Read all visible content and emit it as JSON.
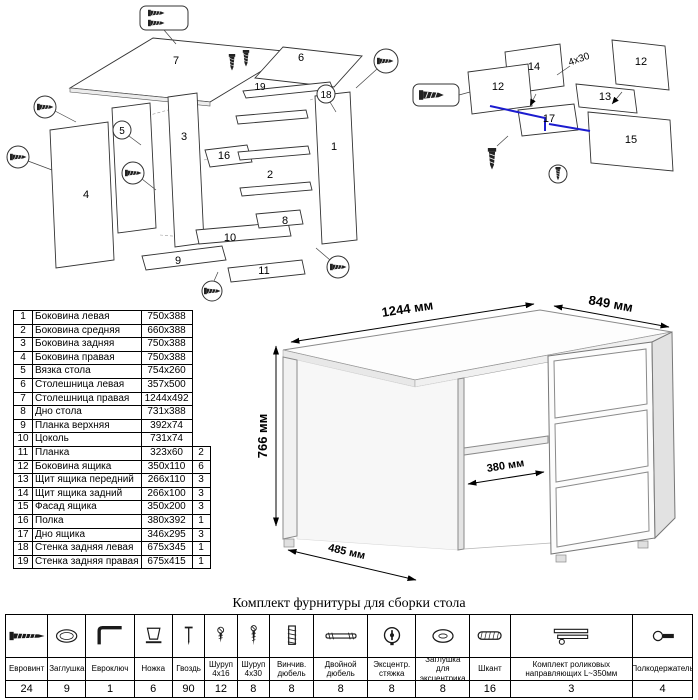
{
  "parts": {
    "rows": [
      {
        "num": "1",
        "name": "Боковина левая",
        "size": "750x388"
      },
      {
        "num": "2",
        "name": "Боковина средняя",
        "size": "660x388"
      },
      {
        "num": "3",
        "name": "Боковина задняя",
        "size": "750x388"
      },
      {
        "num": "4",
        "name": "Боковина правая",
        "size": "750x388"
      },
      {
        "num": "5",
        "name": "Вязка стола",
        "size": "754x260"
      },
      {
        "num": "6",
        "name": "Столешница левая",
        "size": "357x500"
      },
      {
        "num": "7",
        "name": "Столешница правая",
        "size": "1244x492"
      },
      {
        "num": "8",
        "name": "Дно стола",
        "size": "731x388"
      },
      {
        "num": "9",
        "name": "Планка верхняя",
        "size": "392x74"
      },
      {
        "num": "10",
        "name": "Цоколь",
        "size": "731x74"
      },
      {
        "num": "11",
        "name": "Планка",
        "size": "323x60",
        "qty": "2"
      },
      {
        "num": "12",
        "name": "Боковина ящика",
        "size": "350x110",
        "qty": "6"
      },
      {
        "num": "13",
        "name": "Щит ящика передний",
        "size": "266x110",
        "qty": "3"
      },
      {
        "num": "14",
        "name": "Щит ящика задний",
        "size": "266x100",
        "qty": "3"
      },
      {
        "num": "15",
        "name": "Фасад ящика",
        "size": "350x200",
        "qty": "3"
      },
      {
        "num": "16",
        "name": "Полка",
        "size": "380x392",
        "qty": "1"
      },
      {
        "num": "17",
        "name": "Дно ящика",
        "size": "346x295",
        "qty": "3"
      },
      {
        "num": "18",
        "name": "Стенка задняя левая",
        "size": "675x345",
        "qty": "1"
      },
      {
        "num": "19",
        "name": "Стенка задняя правая",
        "size": "675x415",
        "qty": "1"
      }
    ]
  },
  "dims": {
    "w": "1244 мм",
    "d": "849 мм",
    "h": "766 мм",
    "shelf": "380 мм",
    "base": "485 мм"
  },
  "exploded": {
    "c1": "1",
    "c2": "2",
    "c3": "3",
    "c4": "4",
    "c5": "5",
    "c6": "6",
    "c7": "7",
    "c8": "8",
    "c9": "9",
    "c10": "10",
    "c11": "11",
    "c16": "16",
    "c18": "18",
    "c19": "19"
  },
  "drawer": {
    "c12": "12",
    "c13": "13",
    "c14": "14",
    "c15": "15",
    "c17": "17",
    "note": "4x30"
  },
  "hardware": {
    "title": "Комплект фурнитуры для сборки стола",
    "items": [
      {
        "name": "Евровинт",
        "qty": "24",
        "icon": "euro-screw-icon"
      },
      {
        "name": "Заглушка",
        "qty": "9",
        "icon": "plug-icon"
      },
      {
        "name": "Евроключ",
        "qty": "1",
        "icon": "hex-key-icon"
      },
      {
        "name": "Ножка",
        "qty": "6",
        "icon": "leg-icon"
      },
      {
        "name": "Гвоздь",
        "qty": "90",
        "icon": "nail-icon"
      },
      {
        "name": "Шуруп 4x16",
        "qty": "12",
        "icon": "screw-small-icon"
      },
      {
        "name": "Шуруп 4x30",
        "qty": "8",
        "icon": "screw-large-icon"
      },
      {
        "name": "Винчив. дюбель",
        "qty": "8",
        "icon": "dowel-screw-icon"
      },
      {
        "name": "Двойной дюбель",
        "qty": "8",
        "icon": "double-dowel-icon"
      },
      {
        "name": "Эксцентр. стяжка",
        "qty": "8",
        "icon": "cam-lock-icon"
      },
      {
        "name": "Заглушка для эксцентрика",
        "qty": "8",
        "icon": "cam-plug-icon"
      },
      {
        "name": "Шкант",
        "qty": "16",
        "icon": "wood-dowel-icon"
      },
      {
        "name": "Комплект роликовых направляющих L~350мм",
        "qty": "3",
        "icon": "drawer-slide-icon"
      },
      {
        "name": "Полкодержатель",
        "qty": "4",
        "icon": "shelf-pin-icon"
      }
    ]
  }
}
